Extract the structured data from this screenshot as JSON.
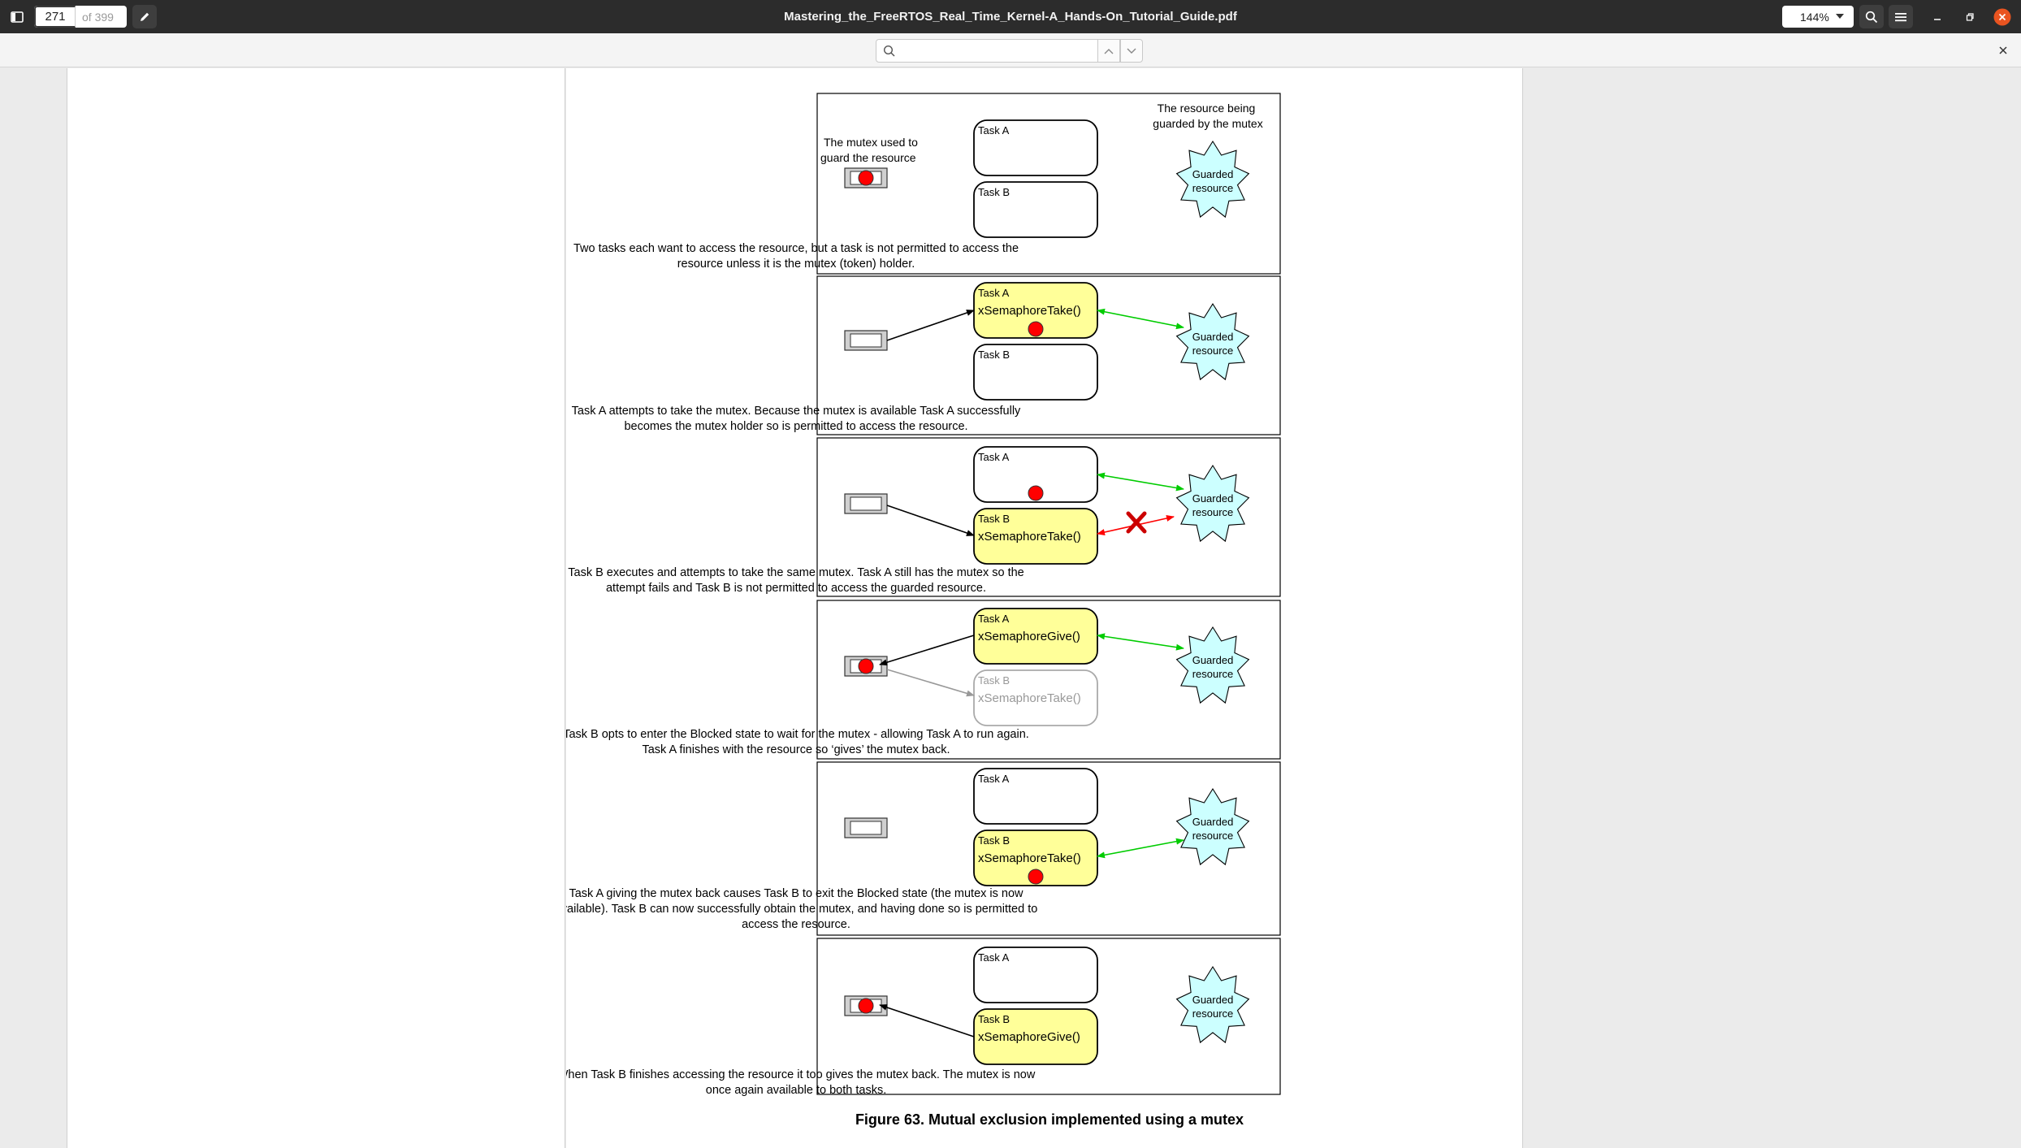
{
  "window": {
    "page_current": "271",
    "page_total": "of 399",
    "title": "Mastering_the_FreeRTOS_Real_Time_Kernel-A_Hands-On_Tutorial_Guide.pdf",
    "zoom": "144%"
  },
  "icons": {
    "sidebar": "sidebar-toggle-icon",
    "annotate": "pencil-icon",
    "search": "search-icon",
    "menu": "hamburger-menu-icon",
    "minimize": "minimize-icon",
    "restore": "restore-icon",
    "close": "close-icon",
    "find_prev": "chevron-up-icon",
    "find_next": "chevron-down-icon",
    "find_close": "close-icon"
  },
  "colors": {
    "titlebar": "#2c2c2c",
    "close_button": "#e95420",
    "task_active_fill": "#ffff99",
    "resource_fill": "#ccffff",
    "mutex_token": "#ff0000",
    "granted_arrow": "#00cc00",
    "denied_arrow": "#ff0000"
  },
  "search": {
    "placeholder": ""
  },
  "figure": {
    "label_mutex": [
      "The mutex used to",
      "guard the resource"
    ],
    "label_resource": [
      "The resource being",
      "guarded by the mutex"
    ],
    "task_a": "Task A",
    "task_b": "Task B",
    "resource": [
      "Guarded",
      "resource"
    ],
    "call_take": "xSemaphoreTake()",
    "call_give": "xSemaphoreGive()",
    "captions": [
      [
        "Two tasks each want to access the resource, but a task is not permitted to access the",
        "resource unless it is the mutex (token) holder."
      ],
      [
        "Task A attempts to take the mutex.  Because the mutex is available Task A successfully",
        "becomes the mutex holder so is permitted to access the resource."
      ],
      [
        "Task B executes and attempts to take the same mutex.  Task A still has the mutex so the",
        "attempt fails and Task B is not permitted to access the guarded resource."
      ],
      [
        "Task B opts to enter the Blocked state to wait for the mutex - allowing Task A to run again.",
        "Task A finishes with the resource so ‘gives’ the mutex back."
      ],
      [
        "Task A giving the mutex back causes Task B to exit the Blocked state (the mutex is now",
        "available).  Task B can now successfully obtain the mutex, and having done so is permitted to",
        "access the resource."
      ],
      [
        "When Task B finishes accessing the resource it too gives the mutex back.  The mutex is now",
        "once again available to both tasks."
      ]
    ],
    "title": "Figure 63.  Mutual exclusion implemented using a mutex"
  }
}
